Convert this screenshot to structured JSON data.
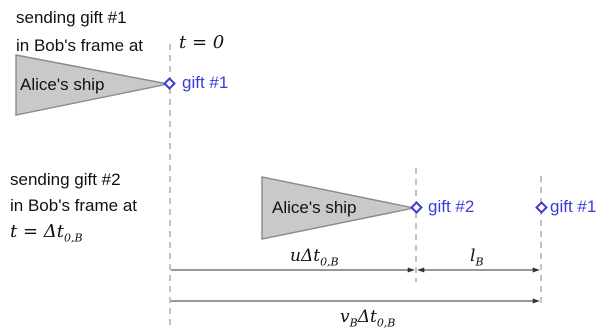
{
  "scene1": {
    "caption_line1": "sending gift #1",
    "caption_line2": "in Bob's frame at",
    "time_math": "t = 0",
    "ship_label": "Alice's ship",
    "gift_label": "gift #1"
  },
  "scene2": {
    "caption_line1": "sending gift #2",
    "caption_line2": "in Bob's frame at",
    "time_math_prefix": "t = Δt",
    "time_math_sub": "0,B",
    "ship_label": "Alice's ship",
    "gift2_label": "gift #2",
    "gift1_label": "gift #1"
  },
  "dimensions": {
    "u_dt": {
      "main": "uΔt",
      "sub": "0,B"
    },
    "l_b": {
      "main": "l",
      "sub": "B"
    },
    "vb_dt": {
      "main": "v",
      "sub1": "B",
      "mid": "Δt",
      "sub2": "0,B"
    }
  },
  "colors": {
    "ship_fill": "#c9c9c9",
    "ship_stroke": "#8a8a8a",
    "gift": "#3b3bd9",
    "dashed": "#999999",
    "arrow": "#333333"
  }
}
